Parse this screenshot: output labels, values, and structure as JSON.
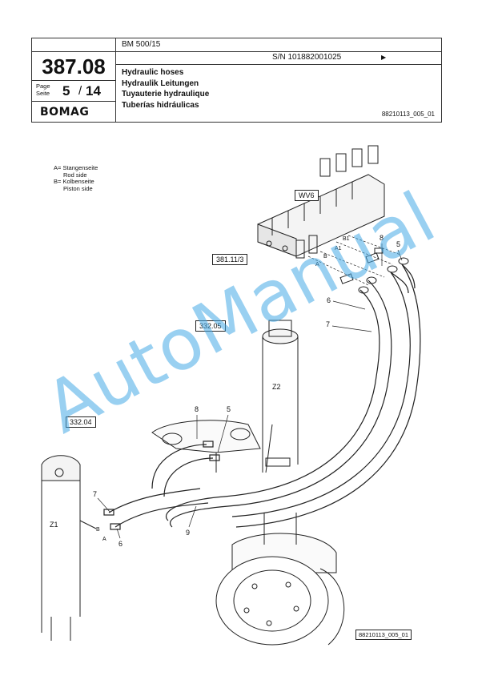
{
  "header": {
    "model": "BM 500/15",
    "serial": "S/N 101882001025",
    "serial_arrow": "▶",
    "doc_number": "387.08",
    "page_label": "Page Seite",
    "page_current": "5",
    "page_separator": "/",
    "page_total": "14",
    "logo": "BOMAG",
    "titles": [
      "Hydraulic hoses",
      "Hydraulik Leitungen",
      "Tuyauterie hydraulique",
      "Tuberías hidráulicas"
    ],
    "reference": "88210113_005_01"
  },
  "legend": {
    "a_line": "A= Stangenseite",
    "a_sub": "Rod side",
    "b_line": "B= Kolbenseite",
    "b_sub": "Piston side"
  },
  "diagram": {
    "refs": {
      "wv6": "WV6",
      "r381": "381.11/3",
      "r332_05": "332.05",
      "r332_04": "332.04",
      "z1": "Z1",
      "z2": "Z2"
    },
    "callouts": {
      "c8_top": "8",
      "c5_top": "5",
      "c6_top": "6",
      "c7_top": "7",
      "c8_mid": "8",
      "c5_mid": "5",
      "c7_left": "7",
      "c6_left": "6",
      "c9": "9"
    },
    "port_labels": {
      "b1": "B1",
      "a1": "A1",
      "b": "B",
      "a": "A",
      "b_left": "B",
      "a_left": "A"
    },
    "bottom_ref": "88210113_005_01"
  },
  "watermark": "AutoManual"
}
